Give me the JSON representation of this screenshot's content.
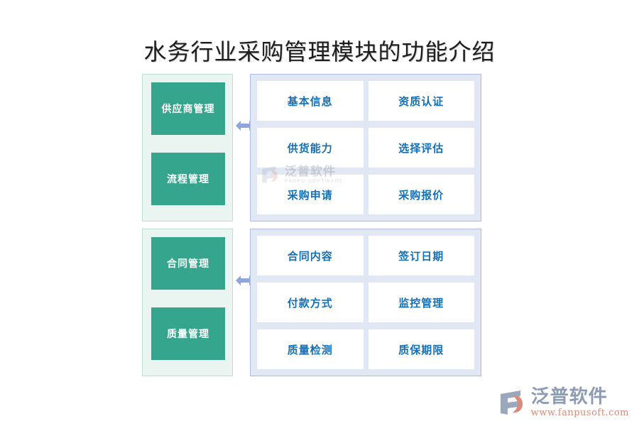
{
  "title": "水务行业采购管理模块的功能介绍",
  "colors": {
    "green_box": "#35a68d",
    "green_panel_bg": "#eaf5f1",
    "green_panel_border": "#bfdfd4",
    "blue_panel_bg": "#e2e8f3",
    "blue_panel_border": "#aebddf",
    "feature_text": "#1570b8",
    "arrow": "#8fa5dd",
    "title_text": "#1d1d1d",
    "logo_cn": "#8d9bb5",
    "logo_url": "#d98a7a"
  },
  "groups": [
    {
      "modules": [
        "供应商管理",
        "流程管理"
      ],
      "connector_icon": "double-arrow-horizontal-icon",
      "features": [
        "基本信息",
        "资质认证",
        "供货能力",
        "选择评估",
        "采购申请",
        "采购报价"
      ]
    },
    {
      "modules": [
        "合同管理",
        "质量管理"
      ],
      "connector_icon": "double-arrow-horizontal-icon",
      "features": [
        "合同内容",
        "签订日期",
        "付款方式",
        "监控管理",
        "质量检测",
        "质保期限"
      ]
    }
  ],
  "center_watermark": {
    "icon": "fanpu-logo-icon",
    "cn": "泛普软件",
    "en": "FANPU SOFTWARE"
  },
  "brand_logo": {
    "icon": "fanpu-logo-icon",
    "cn": "泛普软件",
    "url": "www.fanpusoft.com"
  }
}
